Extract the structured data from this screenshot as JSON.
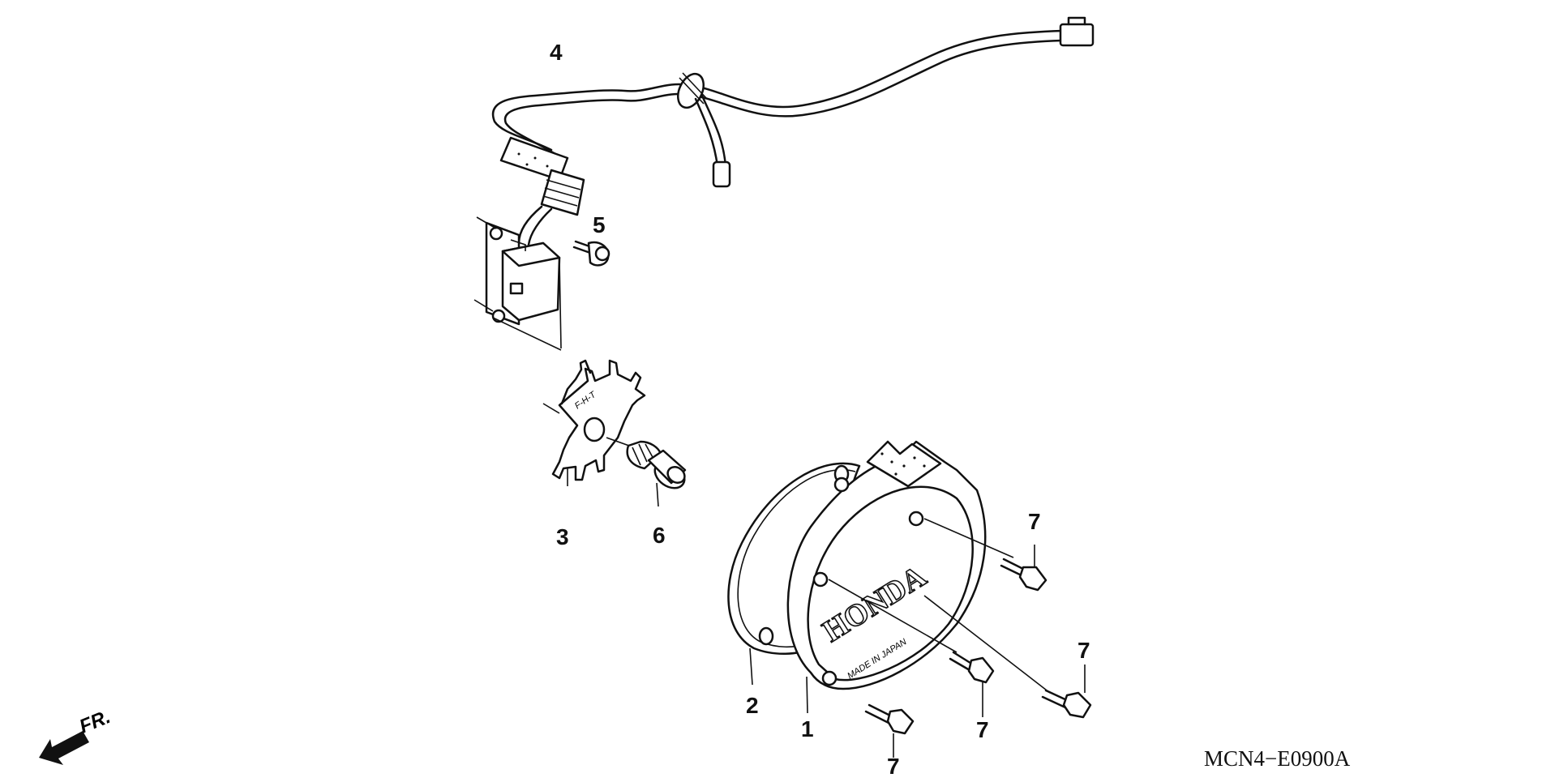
{
  "diagram": {
    "callouts": {
      "c1": "1",
      "c2": "2",
      "c3": "3",
      "c4": "4",
      "c5": "5",
      "c6": "6",
      "c7a": "7",
      "c7b": "7",
      "c7c": "7",
      "c7d": "7"
    },
    "front_indicator": "FR.",
    "diagram_code": "MCN4−E0900A",
    "cover_brand": "HONDA",
    "cover_origin": "MADE IN JAPAN",
    "plate_mark": "F-H-T"
  }
}
